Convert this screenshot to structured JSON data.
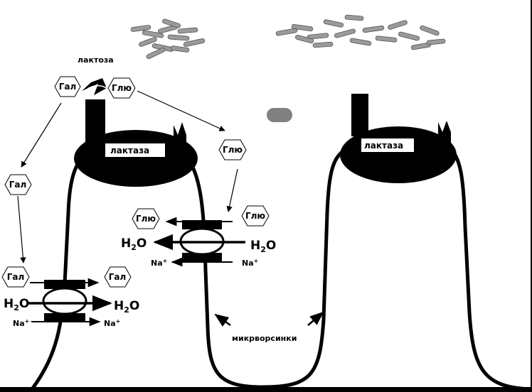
{
  "labels": {
    "lactose": "лактоза",
    "lactase_left": "лактаза",
    "lactase_right": "лактаза",
    "microvilli": "микрворсинки"
  },
  "molecules": {
    "gal": "Гал",
    "glu": "Глю",
    "water_h": "H",
    "water_sub": "2",
    "water_o": "O",
    "sodium": "Na",
    "sodium_sup": "+"
  },
  "colors": {
    "ink": "#000000",
    "background": "#ffffff",
    "bacteria": "#9a9a9a",
    "blob": "#808080"
  }
}
